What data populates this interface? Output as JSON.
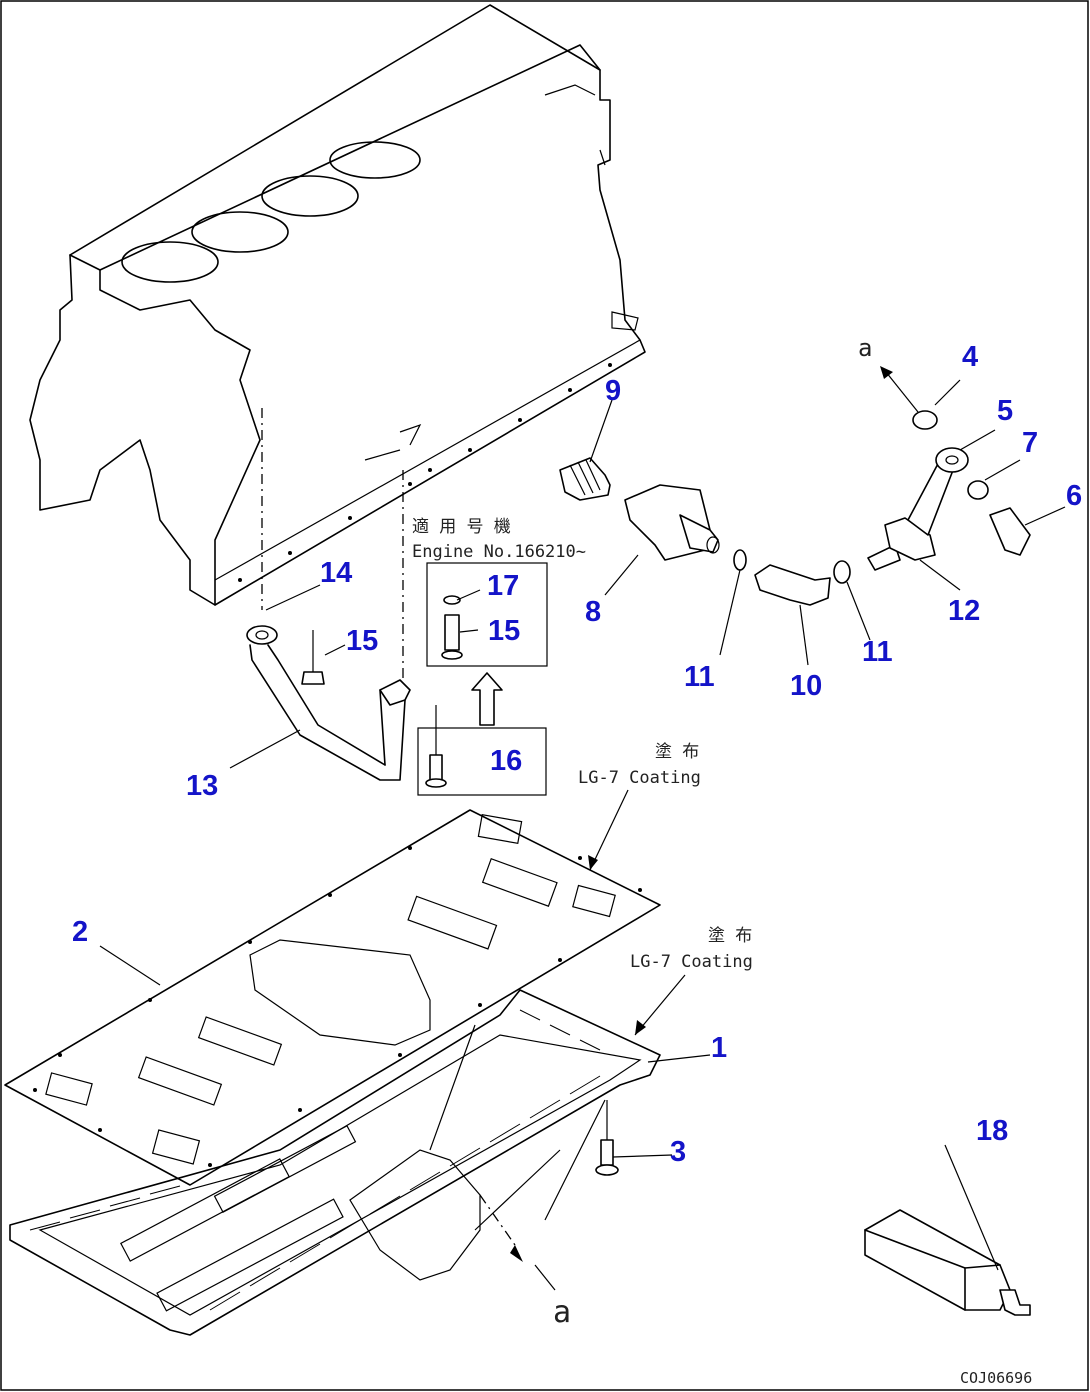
{
  "colors": {
    "label": "#1414c8",
    "line": "#000000",
    "background": "#ffffff"
  },
  "labels": [
    {
      "id": "1",
      "text": "1"
    },
    {
      "id": "2",
      "text": "2"
    },
    {
      "id": "3",
      "text": "3"
    },
    {
      "id": "4",
      "text": "4"
    },
    {
      "id": "5",
      "text": "5"
    },
    {
      "id": "6",
      "text": "6"
    },
    {
      "id": "7",
      "text": "7"
    },
    {
      "id": "8",
      "text": "8"
    },
    {
      "id": "9",
      "text": "9"
    },
    {
      "id": "10",
      "text": "10"
    },
    {
      "id": "11a",
      "text": "11"
    },
    {
      "id": "11b",
      "text": "11"
    },
    {
      "id": "12",
      "text": "12"
    },
    {
      "id": "13",
      "text": "13"
    },
    {
      "id": "14",
      "text": "14"
    },
    {
      "id": "15a",
      "text": "15"
    },
    {
      "id": "15b",
      "text": "15"
    },
    {
      "id": "16",
      "text": "16"
    },
    {
      "id": "17",
      "text": "17"
    },
    {
      "id": "18",
      "text": "18"
    }
  ],
  "notes": {
    "applicable_jp": "適 用 号 機",
    "engine_no": "Engine No.166210~",
    "coating_jp_1": "塗 布",
    "coating_1": "LG-7 Coating",
    "coating_jp_2": "塗 布",
    "coating_2": "LG-7 Coating",
    "ref_a_top": "a",
    "ref_a_bottom": "a",
    "drawing_code": "COJ06696"
  }
}
